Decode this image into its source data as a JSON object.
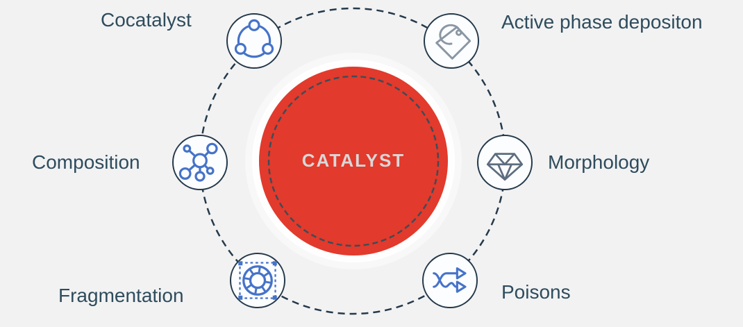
{
  "diagram": {
    "center": {
      "label": "CATALYST",
      "fill_color": "#e23a2c",
      "text_color": "#d8d8d8",
      "inner_ring_color": "#3e4c57"
    },
    "orbit_color": "#24394a",
    "label_color": "#2e4c5c",
    "node_outline_color": "#24394a",
    "icon_colors": {
      "blue": "#4573c9",
      "gray": "#8a97a3",
      "slate": "#5d6d7e"
    },
    "nodes": [
      {
        "label": "Cocatalyst",
        "icon": "share-cycle-icon"
      },
      {
        "label": "Active phase depositon",
        "icon": "tag-icon"
      },
      {
        "label": "Composition",
        "icon": "molecule-icon"
      },
      {
        "label": "Morphology",
        "icon": "diamond-icon"
      },
      {
        "label": "Fragmentation",
        "icon": "segmented-wheel-icon"
      },
      {
        "label": "Poisons",
        "icon": "shuffle-arrows-icon"
      }
    ]
  }
}
